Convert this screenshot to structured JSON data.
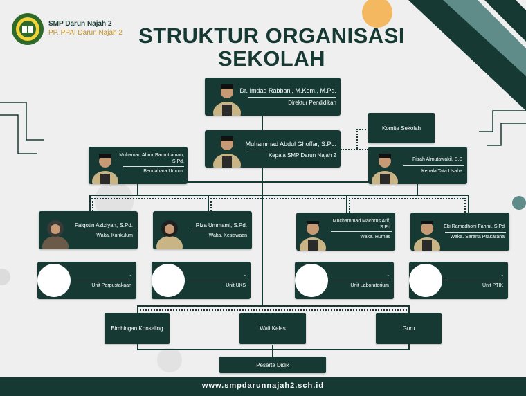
{
  "header": {
    "school_name": "SMP Darun Najah 2",
    "pesantren_name": "PP. PPAI Darun Najah 2",
    "title_line1": "STRUKTUR ORGANISASI",
    "title_line2": "SEKOLAH"
  },
  "colors": {
    "primary": "#163a33",
    "accent": "#f4b860",
    "teal": "#5f8c89",
    "background": "#efefef"
  },
  "director": {
    "name": "Dr. Imdad Rabbani, M.Kom., M.Pd.",
    "role": "Direktur Pendidikan"
  },
  "committee": {
    "label": "Komite Sekolah"
  },
  "principal": {
    "name": "Muhammad Abdul Ghoffar, S.Pd.",
    "role": "Kepala SMP Darun Najah 2"
  },
  "treasurer": {
    "name": "Muhamad Abror Badruttaman, S.Pd.",
    "role": "Bendahara  Umum"
  },
  "admin_head": {
    "name": "Fitrah Almutawakil, S.S",
    "role": "Kepala Tata Usaha"
  },
  "vice_principals": [
    {
      "name": "Faiqotin Aziziyah, S.Pd.",
      "role": "Waka. Kurikulum"
    },
    {
      "name": "Riza Ummami, S.Pd.",
      "role": "Waka. Kesiswaan"
    },
    {
      "name": "Muchammad Machrus Arif, S.Pd",
      "role": "Waka. Humas"
    },
    {
      "name": "Eki Ramadhoni Fahmi, S.Pd",
      "role": "Waka. Sarana Prasarana"
    }
  ],
  "units": [
    {
      "name": "-",
      "role": "Unit Perpustakaan"
    },
    {
      "name": "-",
      "role": "Unit UKS"
    },
    {
      "name": "-",
      "role": "Unit  Laboratorium"
    },
    {
      "name": "-",
      "role": "Unit PTIK"
    }
  ],
  "bottom_row": {
    "counseling": "Bimbingan Konseling",
    "homeroom": "Wali Kelas",
    "teachers": "Guru"
  },
  "students": {
    "label": "Peserta Didik"
  },
  "footer": {
    "website": "www.smpdarunnajah2.sch.id"
  }
}
